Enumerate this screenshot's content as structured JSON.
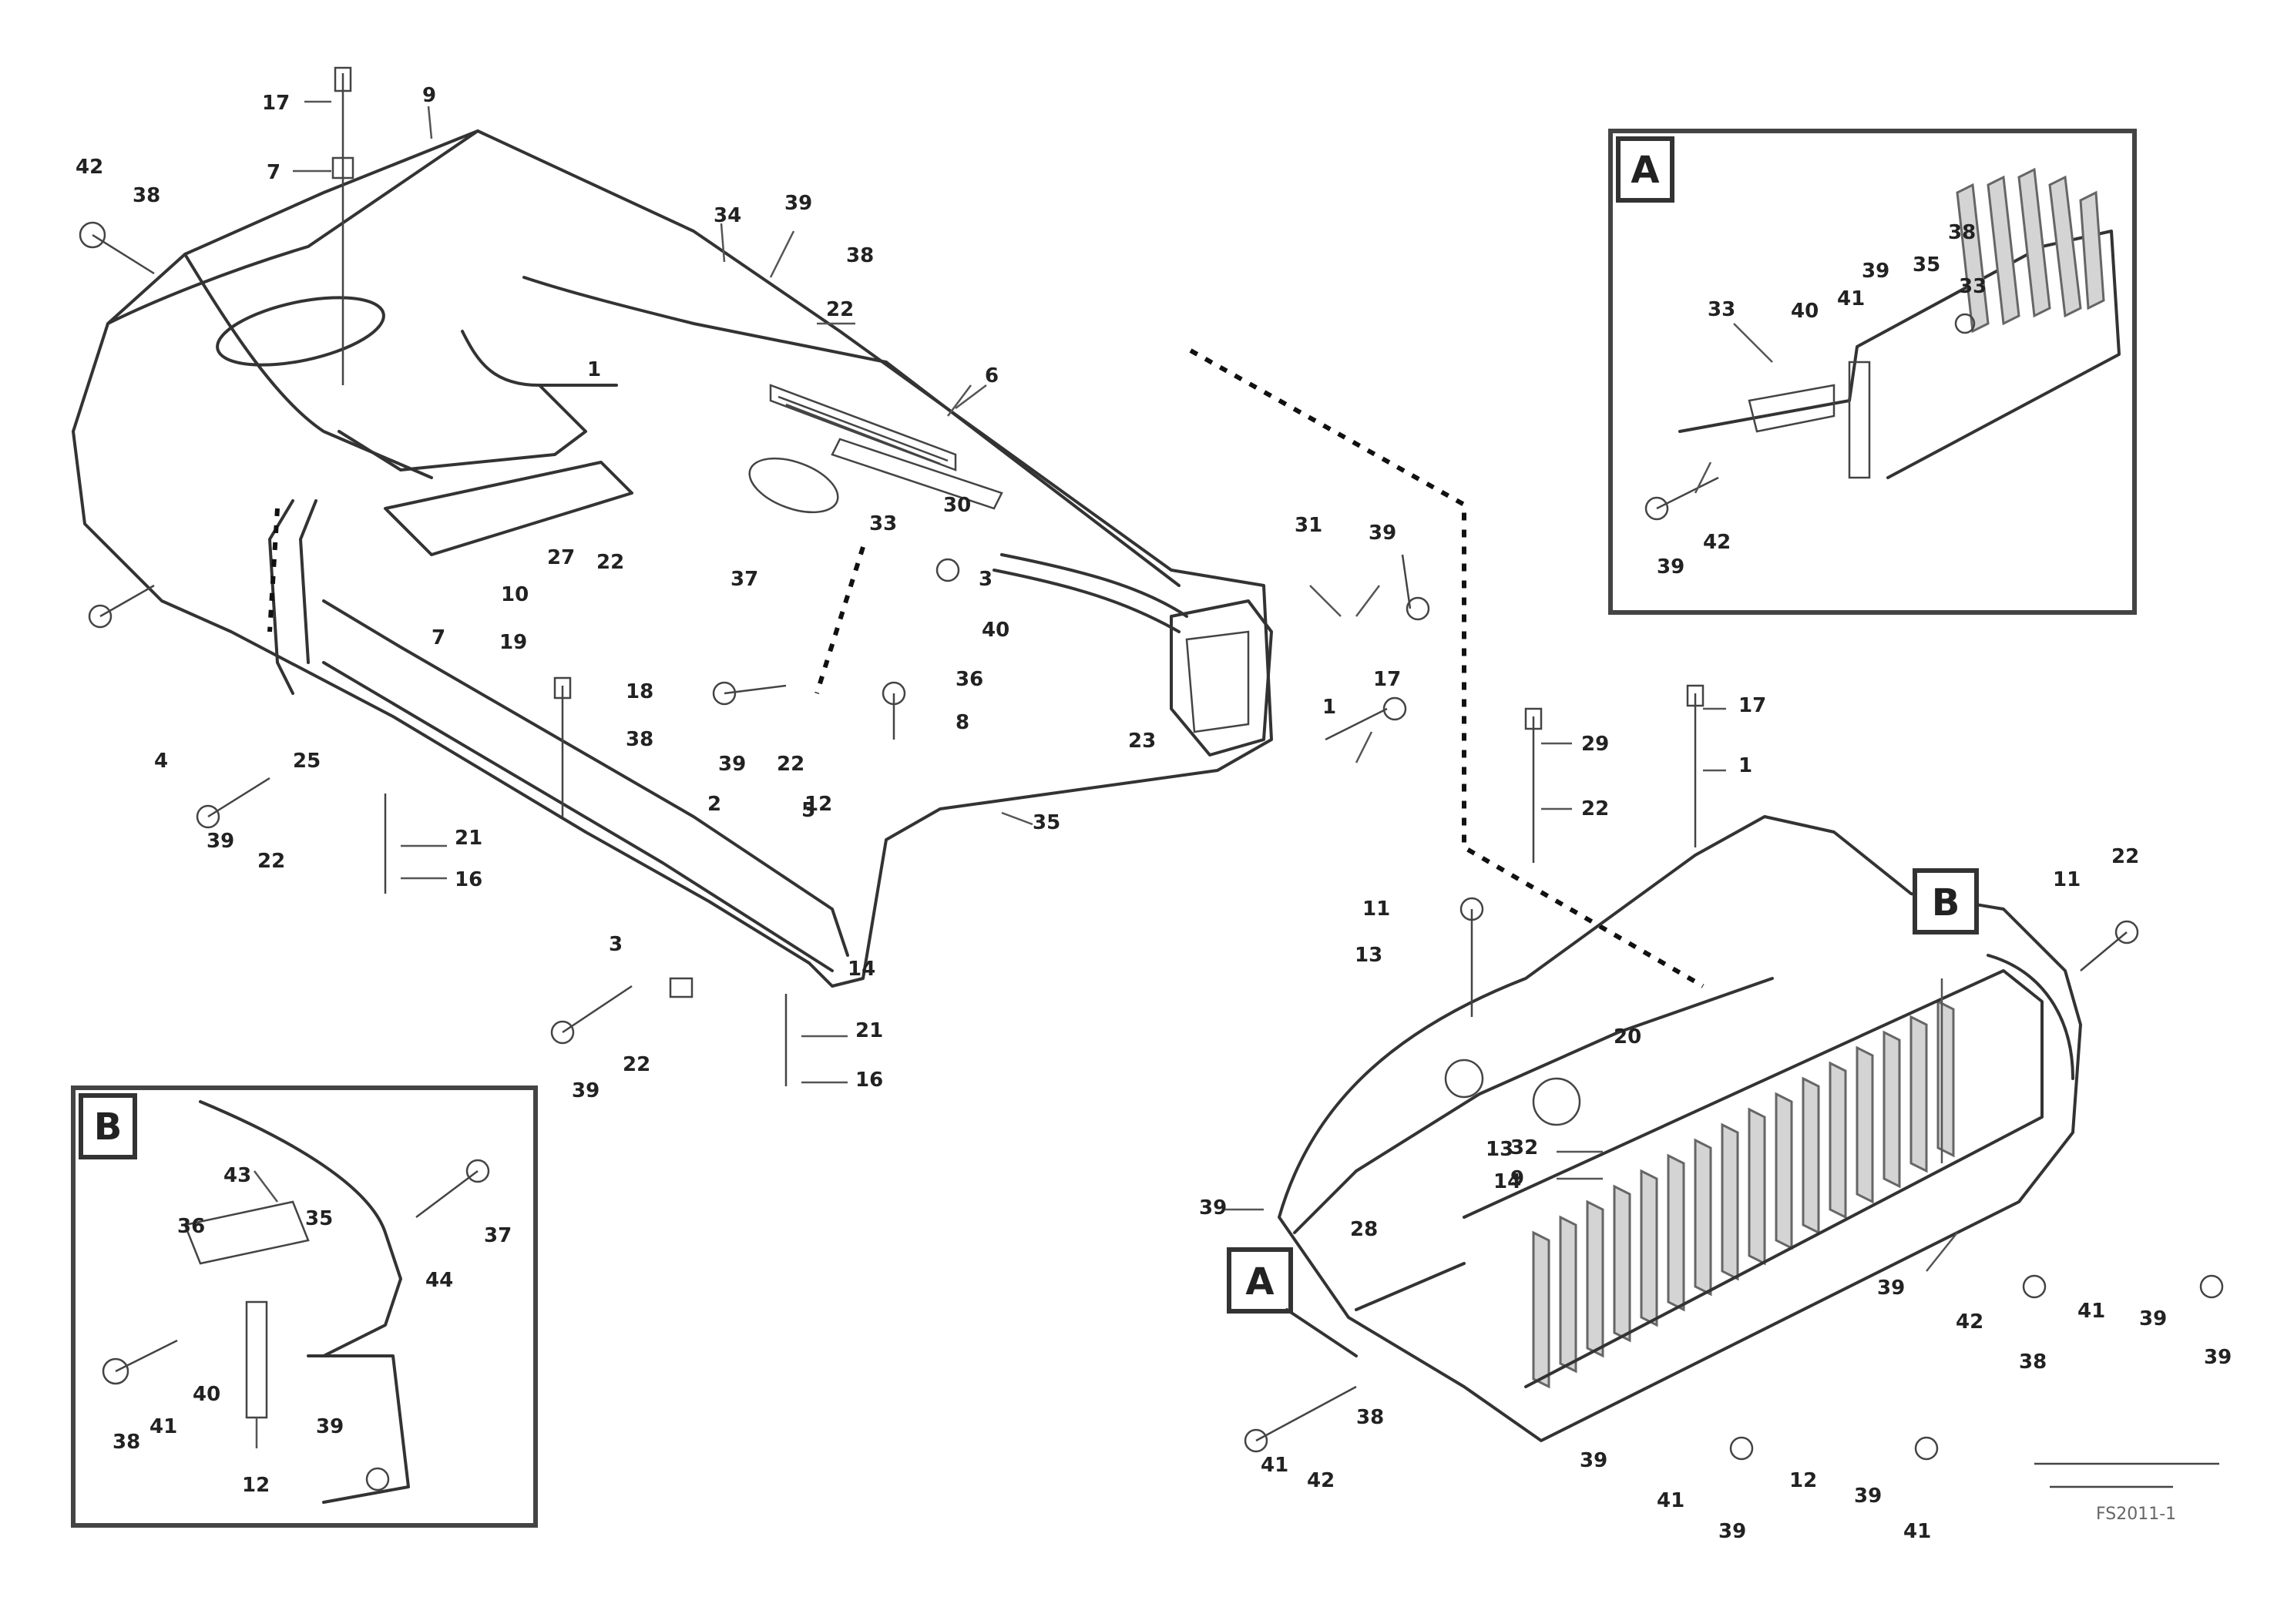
{
  "callouts": {
    "inset_top_right": "A",
    "inset_bottom_left": "B",
    "main_a": "A",
    "main_b": "B"
  },
  "labels": [
    {
      "id": "l1",
      "text": "17"
    },
    {
      "id": "l2",
      "text": "9"
    },
    {
      "id": "l3",
      "text": "7"
    },
    {
      "id": "l4",
      "text": "42"
    },
    {
      "id": "l5",
      "text": "38"
    },
    {
      "id": "l6",
      "text": "34"
    },
    {
      "id": "l7",
      "text": "39"
    },
    {
      "id": "l8",
      "text": "38"
    },
    {
      "id": "l9",
      "text": "22"
    },
    {
      "id": "l10",
      "text": "6"
    },
    {
      "id": "l11",
      "text": "1"
    },
    {
      "id": "l12",
      "text": "27"
    },
    {
      "id": "l13",
      "text": "22"
    },
    {
      "id": "l14",
      "text": "10"
    },
    {
      "id": "l15",
      "text": "33"
    },
    {
      "id": "l16",
      "text": "30"
    },
    {
      "id": "l17",
      "text": "37"
    },
    {
      "id": "l18",
      "text": "7"
    },
    {
      "id": "l19",
      "text": "19"
    },
    {
      "id": "l20",
      "text": "4"
    },
    {
      "id": "l21",
      "text": "25"
    },
    {
      "id": "l22",
      "text": "39"
    },
    {
      "id": "l23",
      "text": "22"
    },
    {
      "id": "l24",
      "text": "21"
    },
    {
      "id": "l25",
      "text": "16"
    },
    {
      "id": "l26",
      "text": "18"
    },
    {
      "id": "l27",
      "text": "38"
    },
    {
      "id": "l28",
      "text": "2"
    },
    {
      "id": "l29",
      "text": "39"
    },
    {
      "id": "l30",
      "text": "22"
    },
    {
      "id": "l31",
      "text": "12"
    },
    {
      "id": "l32",
      "text": "3"
    },
    {
      "id": "l33",
      "text": "40"
    },
    {
      "id": "l34",
      "text": "36"
    },
    {
      "id": "l35",
      "text": "8"
    },
    {
      "id": "l36",
      "text": "35"
    },
    {
      "id": "l37",
      "text": "23"
    },
    {
      "id": "l38",
      "text": "5"
    },
    {
      "id": "l39",
      "text": "3"
    },
    {
      "id": "l40",
      "text": "21"
    },
    {
      "id": "l41",
      "text": "16"
    },
    {
      "id": "l42",
      "text": "39"
    },
    {
      "id": "l43",
      "text": "22"
    },
    {
      "id": "l44",
      "text": "14"
    },
    {
      "id": "l45",
      "text": "31"
    },
    {
      "id": "l46",
      "text": "39"
    },
    {
      "id": "l47",
      "text": "17"
    },
    {
      "id": "l48",
      "text": "1"
    },
    {
      "id": "l49",
      "text": "29"
    },
    {
      "id": "l50",
      "text": "22"
    },
    {
      "id": "l51",
      "text": "17"
    },
    {
      "id": "l52",
      "text": "1"
    },
    {
      "id": "l53",
      "text": "11"
    },
    {
      "id": "l54",
      "text": "13"
    },
    {
      "id": "l55",
      "text": "20"
    },
    {
      "id": "l56",
      "text": "13"
    },
    {
      "id": "l57",
      "text": "14"
    },
    {
      "id": "l58",
      "text": "28"
    },
    {
      "id": "l59",
      "text": "32"
    },
    {
      "id": "l60",
      "text": "9"
    },
    {
      "id": "l61",
      "text": "39"
    },
    {
      "id": "l62",
      "text": "22"
    },
    {
      "id": "l63",
      "text": "11"
    },
    {
      "id": "l64",
      "text": "39"
    },
    {
      "id": "l65",
      "text": "42"
    },
    {
      "id": "l66",
      "text": "38"
    },
    {
      "id": "l67",
      "text": "41"
    },
    {
      "id": "l68",
      "text": "39"
    },
    {
      "id": "l69",
      "text": "39"
    },
    {
      "id": "l70",
      "text": "41"
    },
    {
      "id": "l71",
      "text": "42"
    },
    {
      "id": "l72",
      "text": "38"
    },
    {
      "id": "l73",
      "text": "39"
    },
    {
      "id": "l74",
      "text": "41"
    },
    {
      "id": "l75",
      "text": "39"
    },
    {
      "id": "l76",
      "text": "12"
    },
    {
      "id": "l77",
      "text": "39"
    },
    {
      "id": "l78",
      "text": "41"
    },
    {
      "id": "l79",
      "text": "33"
    },
    {
      "id": "l80",
      "text": "40"
    },
    {
      "id": "l81",
      "text": "41"
    },
    {
      "id": "l82",
      "text": "35"
    },
    {
      "id": "l83",
      "text": "38"
    },
    {
      "id": "l84",
      "text": "39"
    },
    {
      "id": "l85",
      "text": "42"
    },
    {
      "id": "l86",
      "text": "39"
    },
    {
      "id": "l87",
      "text": "33"
    },
    {
      "id": "l88",
      "text": "43"
    },
    {
      "id": "l89",
      "text": "44"
    },
    {
      "id": "l90",
      "text": "37"
    },
    {
      "id": "l91",
      "text": "38"
    },
    {
      "id": "l92",
      "text": "41"
    },
    {
      "id": "l93",
      "text": "40"
    },
    {
      "id": "l94",
      "text": "12"
    },
    {
      "id": "l95",
      "text": "36"
    },
    {
      "id": "l96",
      "text": "35"
    },
    {
      "id": "l97",
      "text": "39"
    }
  ],
  "footer": {
    "reference": "FS2011-1"
  }
}
